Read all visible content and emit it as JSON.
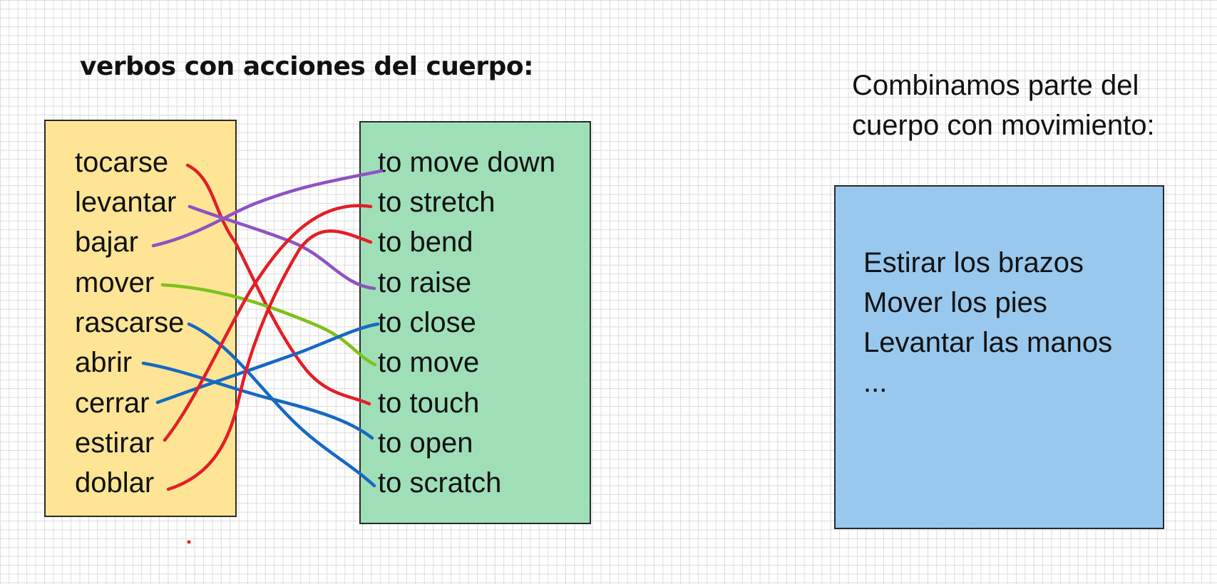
{
  "title": "verbos con acciones del cuerpo:",
  "spanish_verbs": [
    "tocarse",
    "levantar",
    "bajar",
    "mover",
    "rascarse",
    "abrir",
    "cerrar",
    "estirar",
    "doblar"
  ],
  "english_verbs": [
    "to move down",
    "to stretch",
    "to bend",
    "to raise",
    "to close",
    "to move",
    "to touch",
    "to open",
    "to scratch"
  ],
  "right_panel": {
    "heading_line1": "Combinamos parte del",
    "heading_line2": "cuerpo con movimiento:",
    "examples": [
      "Estirar los brazos",
      "Mover los pies",
      "Levantar las manos",
      "..."
    ]
  },
  "matches": [
    {
      "from": "tocarse",
      "to": "to touch",
      "color": "#e31e24"
    },
    {
      "from": "levantar",
      "to": "to raise",
      "color": "#8e52c4"
    },
    {
      "from": "bajar",
      "to": "to move down",
      "color": "#8e52c4"
    },
    {
      "from": "mover",
      "to": "to move",
      "color": "#7dc11a"
    },
    {
      "from": "rascarse",
      "to": "to scratch",
      "color": "#1668c2"
    },
    {
      "from": "abrir",
      "to": "to open",
      "color": "#1668c2"
    },
    {
      "from": "cerrar",
      "to": "to close",
      "color": "#1668c2"
    },
    {
      "from": "estirar",
      "to": "to stretch",
      "color": "#e31e24"
    },
    {
      "from": "doblar",
      "to": "to bend",
      "color": "#e31e24"
    }
  ],
  "colors": {
    "left_box": "#fde595",
    "middle_box": "#9edfb8",
    "right_box": "#99c8ee"
  }
}
